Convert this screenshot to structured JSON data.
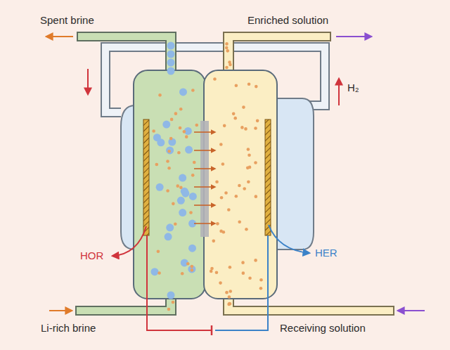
{
  "diagram": {
    "labels": [
      "Spent brine",
      "Enriched solution",
      "H₂",
      "HOR",
      "HER",
      "Li-rich brine",
      "Receiving solution"
    ]
  }
}
